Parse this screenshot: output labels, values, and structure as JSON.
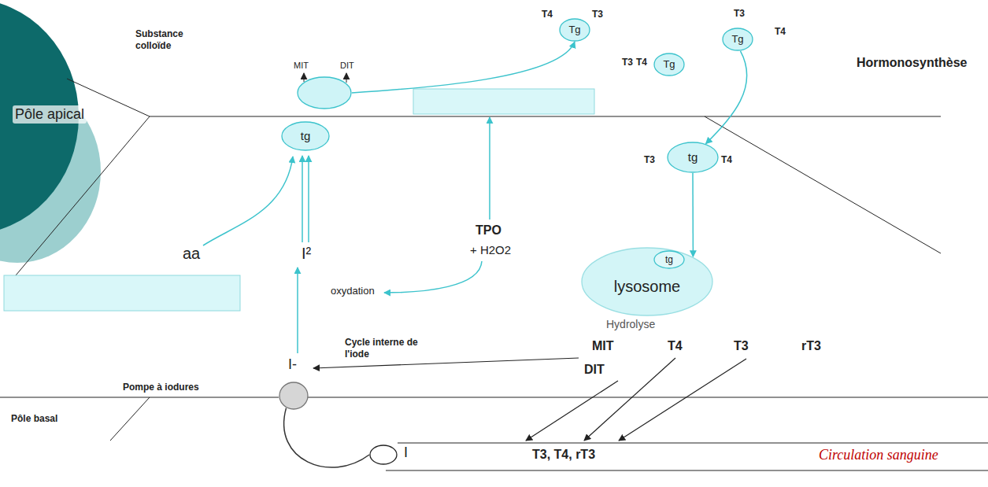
{
  "diagram": {
    "nodes": [
      {
        "text": [
          "MIT",
          "DIT"
        ]
      },
      {
        "text": [
          "tg"
        ]
      },
      {
        "text": [
          "Tg",
          "T4",
          "T3"
        ]
      },
      {
        "text": [
          "Tg",
          "T3",
          "T4"
        ]
      },
      {
        "text": [
          "Tg",
          "T3",
          "T4"
        ]
      },
      {
        "text": [
          "tg",
          "T3",
          "T4"
        ]
      },
      {
        "text": [
          "lysosome"
        ]
      },
      {
        "text": [
          "tg"
        ],
        "in": 6
      },
      {
        "text": [
          "Pompe à iodures"
        ]
      },
      {
        "text": [
          "I"
        ]
      }
    ],
    "edges": [
      {
        "from": 0,
        "to": 2,
        "arrow": "to"
      },
      {
        "from": 4,
        "to": 5,
        "arrow": "to"
      },
      {
        "from": 5,
        "to": 6,
        "arrow": "to"
      },
      {
        "from": 9,
        "to": 8,
        "arrow": "none"
      }
    ],
    "labels": [
      "Substance colloïde",
      "Pôle apical",
      "Hormonosynthèse",
      "aa",
      "I²",
      "TPO",
      "+ H2O2",
      "oxydation",
      "Hydrolyse",
      "Cycle interne de l'iode",
      "MIT",
      "T4",
      "T3",
      "rT3",
      "DIT",
      "I-",
      "Pôle basal",
      "T3, T4, rT3",
      "Circulation sanguine"
    ]
  }
}
